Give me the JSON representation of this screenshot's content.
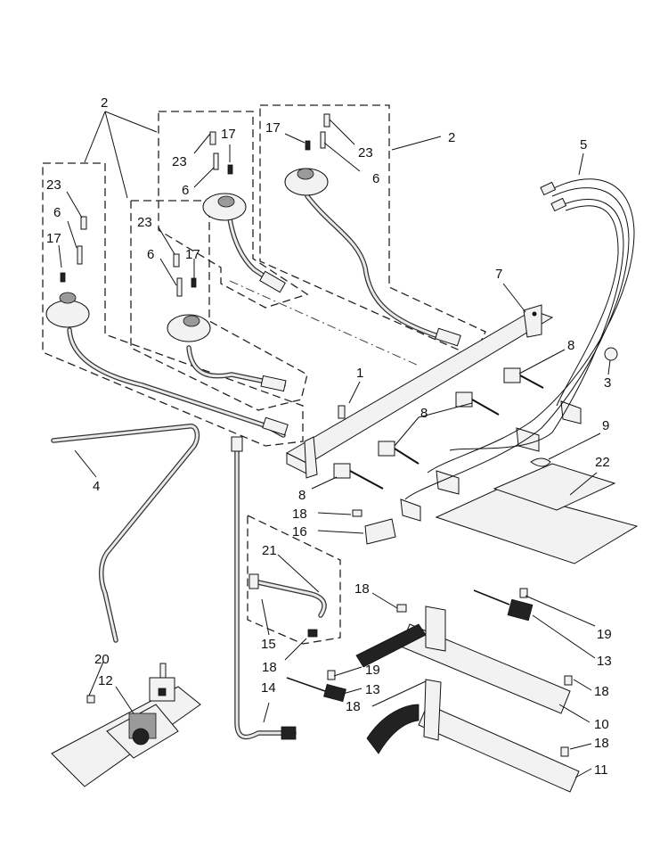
{
  "callouts": [
    {
      "id": "c2a",
      "text": "2"
    },
    {
      "id": "c2b",
      "text": "2"
    },
    {
      "id": "c23a",
      "text": "23"
    },
    {
      "id": "c17a",
      "text": "17"
    },
    {
      "id": "c6a",
      "text": "6"
    },
    {
      "id": "c17b",
      "text": "17"
    },
    {
      "id": "c23b",
      "text": "23"
    },
    {
      "id": "c6b",
      "text": "6"
    },
    {
      "id": "c5",
      "text": "5"
    },
    {
      "id": "c23c",
      "text": "23"
    },
    {
      "id": "c6c",
      "text": "6"
    },
    {
      "id": "c17c",
      "text": "17"
    },
    {
      "id": "c23d",
      "text": "23"
    },
    {
      "id": "c6d",
      "text": "6"
    },
    {
      "id": "c17d",
      "text": "17"
    },
    {
      "id": "c7",
      "text": "7"
    },
    {
      "id": "c8a",
      "text": "8"
    },
    {
      "id": "c1",
      "text": "1"
    },
    {
      "id": "c3",
      "text": "3"
    },
    {
      "id": "c8b",
      "text": "8"
    },
    {
      "id": "c9",
      "text": "9"
    },
    {
      "id": "c4",
      "text": "4"
    },
    {
      "id": "c22",
      "text": "22"
    },
    {
      "id": "c8c",
      "text": "8"
    },
    {
      "id": "c18a",
      "text": "18"
    },
    {
      "id": "c16",
      "text": "16"
    },
    {
      "id": "c21",
      "text": "21"
    },
    {
      "id": "c18b",
      "text": "18"
    },
    {
      "id": "c19a",
      "text": "19"
    },
    {
      "id": "c15",
      "text": "15"
    },
    {
      "id": "c13a",
      "text": "13"
    },
    {
      "id": "c18c",
      "text": "18"
    },
    {
      "id": "c19b",
      "text": "19"
    },
    {
      "id": "c20",
      "text": "20"
    },
    {
      "id": "c12",
      "text": "12"
    },
    {
      "id": "c13b",
      "text": "13"
    },
    {
      "id": "c18d",
      "text": "18"
    },
    {
      "id": "c14",
      "text": "14"
    },
    {
      "id": "c18e",
      "text": "18"
    },
    {
      "id": "c10",
      "text": "10"
    },
    {
      "id": "c18f",
      "text": "18"
    },
    {
      "id": "c11",
      "text": "11"
    }
  ]
}
